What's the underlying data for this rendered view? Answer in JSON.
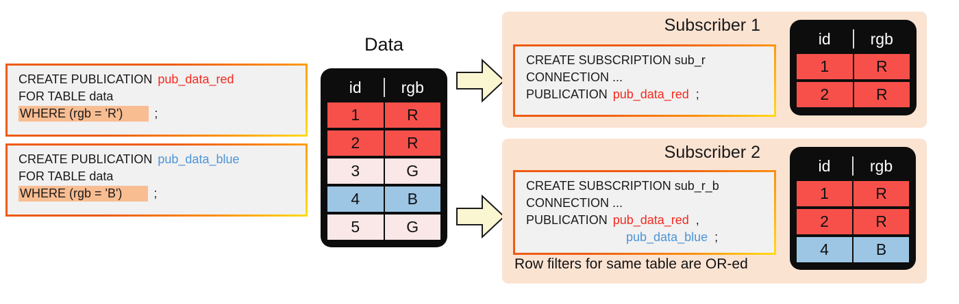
{
  "colors": {
    "red_row": "#F7504B",
    "pink_row": "#FAE7E7",
    "blue_row": "#9DC6E5",
    "panel_bg": "#FBE3D2",
    "code_bg": "#F1F1F1",
    "border_orange": "#EE5B13",
    "border_yellow": "#FFDD13",
    "highlight": "#F9BD92",
    "arrow_fill": "#FAF6D2",
    "red_text": "#F4291E",
    "blue_text": "#4D94D6"
  },
  "publications": {
    "red": {
      "keyword": "CREATE PUBLICATION",
      "name": "pub_data_red",
      "for_table": "FOR TABLE data",
      "where": "WHERE (rgb = 'R')",
      "terminator": ";"
    },
    "blue": {
      "keyword": "CREATE PUBLICATION",
      "name": "pub_data_blue",
      "for_table": "FOR TABLE data",
      "where": "WHERE (rgb = 'B')",
      "terminator": ";"
    }
  },
  "data_table": {
    "title": "Data",
    "headers": [
      "id",
      "rgb"
    ],
    "rows": [
      {
        "id": "1",
        "rgb": "R",
        "color": "red"
      },
      {
        "id": "2",
        "rgb": "R",
        "color": "red"
      },
      {
        "id": "3",
        "rgb": "G",
        "color": "pink"
      },
      {
        "id": "4",
        "rgb": "B",
        "color": "blue"
      },
      {
        "id": "5",
        "rgb": "G",
        "color": "pink"
      }
    ]
  },
  "subscriber1": {
    "title": "Subscriber 1",
    "code": {
      "line1": "CREATE SUBSCRIPTION sub_r",
      "line2": "CONNECTION ...",
      "line3_keyword": "PUBLICATION",
      "line3_publication": "pub_data_red",
      "line3_terminator": ";"
    },
    "table": {
      "headers": [
        "id",
        "rgb"
      ],
      "rows": [
        {
          "id": "1",
          "rgb": "R",
          "color": "red"
        },
        {
          "id": "2",
          "rgb": "R",
          "color": "red"
        }
      ]
    }
  },
  "subscriber2": {
    "title": "Subscriber 2",
    "code": {
      "line1": "CREATE SUBSCRIPTION sub_r_b",
      "line2": "CONNECTION ...",
      "line3_keyword": "PUBLICATION",
      "line3_publication": "pub_data_red",
      "line3_separator": ",",
      "line4_publication": "pub_data_blue",
      "line4_terminator": ";"
    },
    "note": "Row filters for same table are OR-ed",
    "table": {
      "headers": [
        "id",
        "rgb"
      ],
      "rows": [
        {
          "id": "1",
          "rgb": "R",
          "color": "red"
        },
        {
          "id": "2",
          "rgb": "R",
          "color": "red"
        },
        {
          "id": "4",
          "rgb": "B",
          "color": "blue"
        }
      ]
    }
  }
}
